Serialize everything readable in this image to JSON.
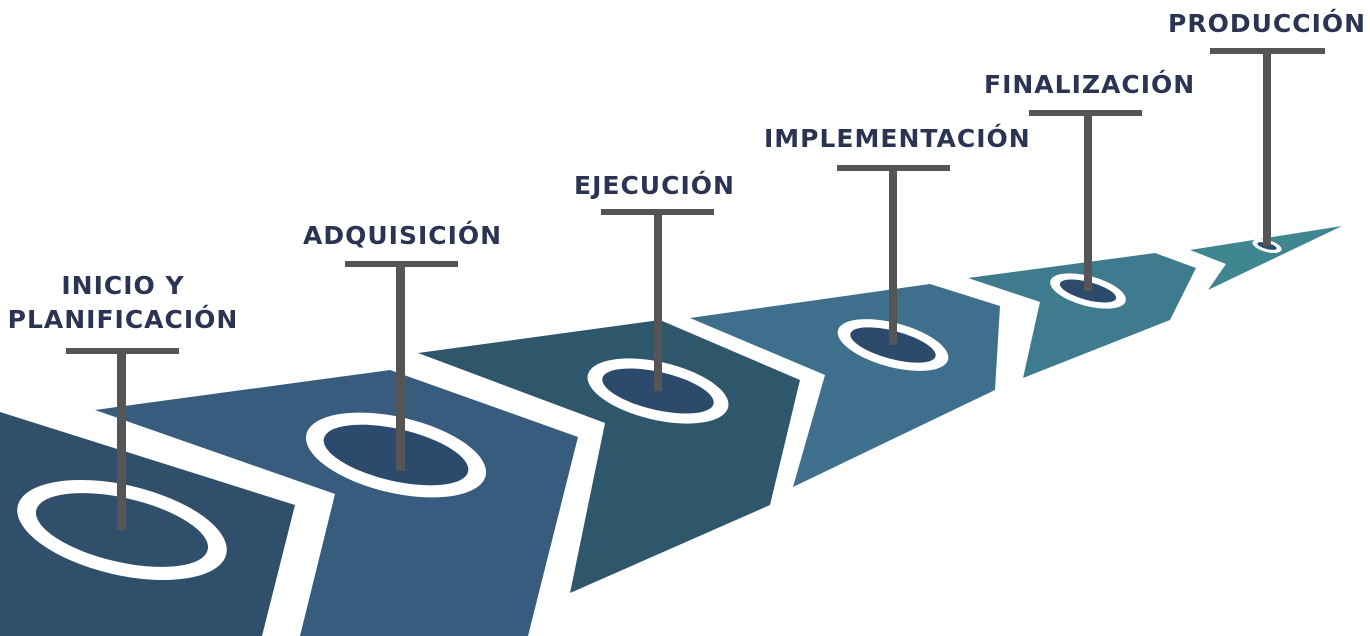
{
  "stages": [
    {
      "label": "INICIO Y PLANIFICACIÓN",
      "line1": "INICIO Y",
      "line2": "PLANIFICACIÓN",
      "color": "#304f6a"
    },
    {
      "label": "ADQUISICIÓN",
      "color": "#385c7e"
    },
    {
      "label": "EJECUCIÓN",
      "color": "#2f576b"
    },
    {
      "label": "IMPLEMENTACIÓN",
      "color": "#3e6f8d"
    },
    {
      "label": "FINALIZACIÓN",
      "color": "#3f7b8f"
    },
    {
      "label": "PRODUCCIÓN",
      "color": "#3f8690"
    }
  ],
  "colors": {
    "label_text": "#2b3553",
    "post": "#555555",
    "ring": "#ffffff",
    "hole": "#2b4a6c"
  }
}
